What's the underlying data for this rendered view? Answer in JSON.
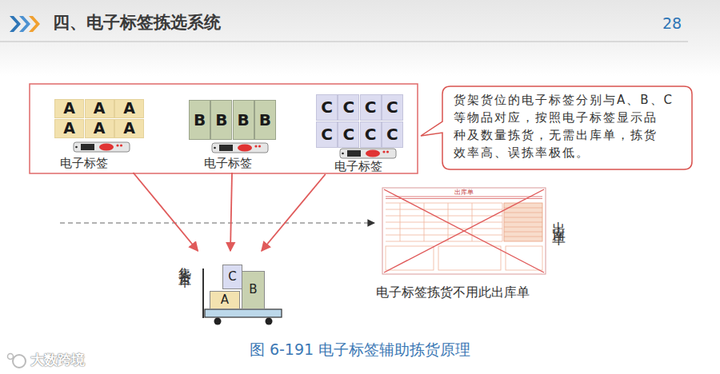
{
  "diagram": {
    "title": "四、电子标签拣选系统",
    "caption": "图 6-191 电子标签辅助拣货原理",
    "nodes": [
      {
        "text": [
          "电子标签"
        ]
      },
      {
        "text": [
          "A"
        ],
        "in": 0
      },
      {
        "text": [
          "A"
        ],
        "in": 0
      },
      {
        "text": [
          "A"
        ],
        "in": 0
      },
      {
        "text": [
          "A"
        ],
        "in": 0
      },
      {
        "text": [
          "A"
        ],
        "in": 0
      },
      {
        "text": [
          "A"
        ],
        "in": 0
      },
      {
        "text": [
          "电子标签"
        ]
      },
      {
        "text": [
          "B"
        ],
        "in": 7
      },
      {
        "text": [
          "B"
        ],
        "in": 7
      },
      {
        "text": [
          "B"
        ],
        "in": 7
      },
      {
        "text": [
          "B"
        ],
        "in": 7
      },
      {
        "text": [
          "电子标签"
        ]
      },
      {
        "text": [
          "C"
        ],
        "in": 12
      },
      {
        "text": [
          "C"
        ],
        "in": 12
      },
      {
        "text": [
          "C"
        ],
        "in": 12
      },
      {
        "text": [
          "C"
        ],
        "in": 12
      },
      {
        "text": [
          "C"
        ],
        "in": 12
      },
      {
        "text": [
          "C"
        ],
        "in": 12
      },
      {
        "text": [
          "C"
        ],
        "in": 12
      },
      {
        "text": [
          "C"
        ],
        "in": 12
      },
      {
        "text": [
          "货架货位的电子标签分别与A、B、C 等物品对应，按照电子标签显示品 种及数量拣货，无需出库单，拣货 效率高、误拣率极低。"
        ]
      },
      {
        "text": [
          "出库单"
        ]
      },
      {
        "text": [
          "集货台车"
        ]
      },
      {
        "text": [
          "A"
        ],
        "in": 23
      },
      {
        "text": [
          "C"
        ],
        "in": 23
      },
      {
        "text": [
          "B"
        ],
        "in": 23
      }
    ],
    "edges": [
      {
        "from": 0,
        "to": 23,
        "arrow": "to"
      },
      {
        "from": 7,
        "to": 23,
        "arrow": "to"
      },
      {
        "from": 12,
        "to": 23,
        "arrow": "to"
      }
    ],
    "labels": [
      "28",
      "出库单",
      "电子标签拣货不用此出库单",
      "大数跨境"
    ]
  }
}
